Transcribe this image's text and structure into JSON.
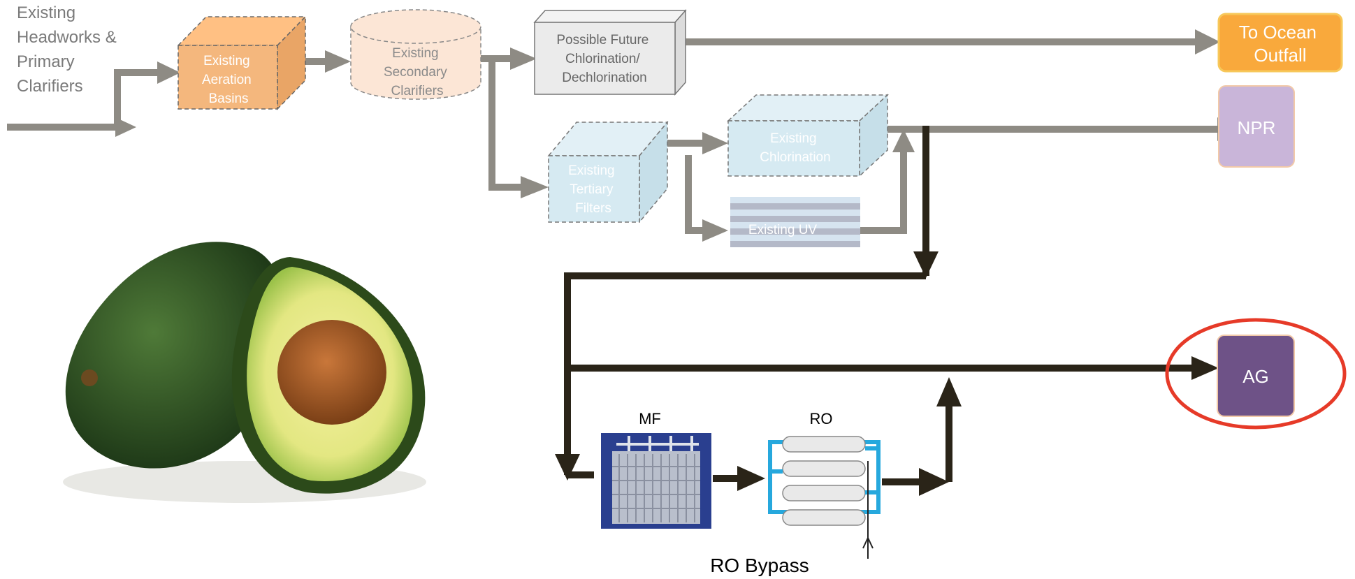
{
  "source_label": [
    "Existing",
    "Headworks &",
    "Primary",
    "Clarifiers"
  ],
  "nodes": {
    "aeration": {
      "lines": [
        "Existing",
        "Aeration",
        "Basins"
      ],
      "fill": "#f4b77d",
      "stroke": "#666666"
    },
    "secondary": {
      "lines": [
        "Existing",
        "Secondary",
        "Clarifiers"
      ],
      "fill": "#fce6d6",
      "stroke": "#888888"
    },
    "chlorination_future": {
      "lines": [
        "Possible Future",
        "Chlorination/",
        "Dechlorination"
      ],
      "fill": "#ebebeb",
      "stroke": "#777777"
    },
    "tertiary": {
      "lines": [
        "Existing",
        "Tertiary",
        "Filters"
      ],
      "fill": "#d6eaf2",
      "stroke": "#777777"
    },
    "chlorination": {
      "lines": [
        "Existing",
        "Chlorination"
      ],
      "fill": "#d6eaf2",
      "stroke": "#777777"
    },
    "uv": {
      "label": "Existing UV"
    },
    "mf": {
      "label": "MF"
    },
    "ro": {
      "label": "RO"
    }
  },
  "destinations": {
    "ocean": {
      "lines": [
        "To Ocean",
        "Outfall"
      ],
      "fill": "#f9a93c",
      "stroke": "#f7c85a"
    },
    "npr": {
      "label": "NPR",
      "fill": "#c9b5d9",
      "stroke": "#f2c9a8"
    },
    "ag": {
      "label": "AG",
      "fill": "#6e5287",
      "stroke": "#f2c9a8",
      "highlight": "#e63a28"
    }
  },
  "bypass_label": "RO Bypass",
  "colors": {
    "gray_flow": "#8e8b84",
    "dark_flow": "#2a2418"
  }
}
